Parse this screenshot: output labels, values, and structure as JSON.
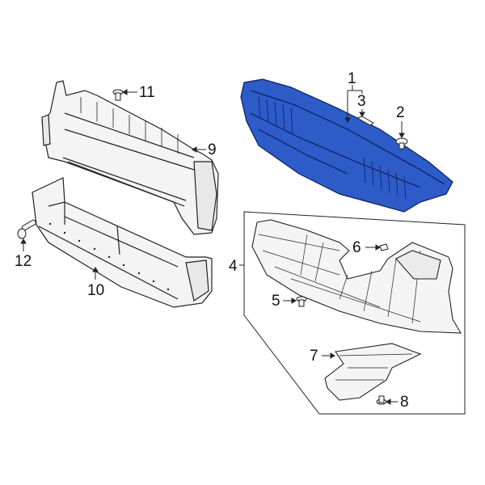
{
  "diagram": {
    "type": "exploded-parts-diagram",
    "highlight_color": "#2D5BC8",
    "line_color": "#222222",
    "part_fill": "#f2f2f2",
    "callouts": [
      {
        "id": "1",
        "label": "1",
        "part": "highlighted-upper-panel"
      },
      {
        "id": "2",
        "label": "2",
        "part": "push-clip"
      },
      {
        "id": "3",
        "label": "3",
        "part": "small-pad"
      },
      {
        "id": "4",
        "label": "4",
        "part": "splash-shield-assembly-box"
      },
      {
        "id": "5",
        "label": "5",
        "part": "clip"
      },
      {
        "id": "6",
        "label": "6",
        "part": "clip"
      },
      {
        "id": "7",
        "label": "7",
        "part": "lower-shield"
      },
      {
        "id": "8",
        "label": "8",
        "part": "clip"
      },
      {
        "id": "9",
        "label": "9",
        "part": "upper-air-deflector"
      },
      {
        "id": "10",
        "label": "10",
        "part": "lower-air-deflector"
      },
      {
        "id": "11",
        "label": "11",
        "part": "clip"
      },
      {
        "id": "12",
        "label": "12",
        "part": "bolt"
      }
    ]
  }
}
